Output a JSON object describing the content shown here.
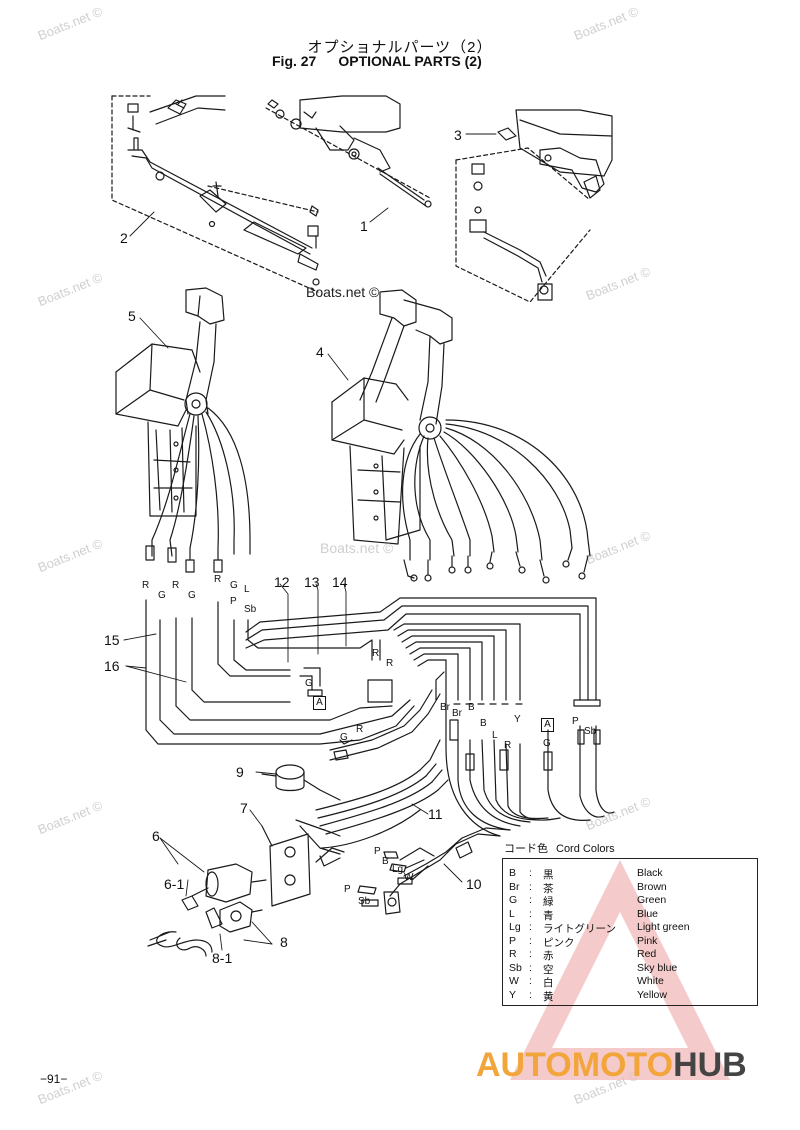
{
  "header": {
    "title_jp": "オプショナルパーツ（2）",
    "fig_label": "Fig. 27",
    "title_en": "OPTIONAL PARTS (2)"
  },
  "watermarks": {
    "text": "Boats.net ©",
    "center_text": "Boats.net ©"
  },
  "callouts": {
    "c1": "1",
    "c2": "2",
    "c3": "3",
    "c4": "4",
    "c5": "5",
    "c6": "6",
    "c6_1": "6-1",
    "c7": "7",
    "c8": "8",
    "c8_1": "8-1",
    "c9": "9",
    "c10": "10",
    "c11": "11",
    "c12": "12",
    "c13": "13",
    "c14": "14",
    "c15": "15",
    "c16": "16"
  },
  "wire_labels": {
    "left_r1": "R",
    "left_g1": "G",
    "left_r2": "R",
    "left_g2": "G",
    "left_r3": "R",
    "left_g3": "G",
    "left_p": "P",
    "left_l": "L",
    "left_sb": "Sb",
    "mid_g": "G",
    "mid_r1": "R",
    "mid_r2": "R",
    "mid_g2": "G",
    "mid_r3": "R",
    "right_br1": "Br",
    "right_br2": "Br",
    "right_b1": "B",
    "right_b2": "B",
    "right_l": "L",
    "right_y": "Y",
    "right_r": "R",
    "right_g": "G",
    "right_p": "P",
    "right_sb": "Sb",
    "conn_p": "P",
    "conn_b": "B",
    "conn_lg": "Lg",
    "conn_w": "W",
    "conn_sb": "Sb",
    "conn_p2": "P",
    "box_a1": "A",
    "box_a2": "A"
  },
  "legend": {
    "title_jp": "コード色",
    "title_en": "Cord Colors",
    "rows": [
      {
        "code": "B",
        "sep": ":",
        "jp": "黒",
        "en": "Black"
      },
      {
        "code": "Br",
        "sep": ":",
        "jp": "茶",
        "en": "Brown"
      },
      {
        "code": "G",
        "sep": ":",
        "jp": "緑",
        "en": "Green"
      },
      {
        "code": "L",
        "sep": ":",
        "jp": "青",
        "en": "Blue"
      },
      {
        "code": "Lg",
        "sep": ":",
        "jp": "ライトグリーン",
        "en": "Light green"
      },
      {
        "code": "P",
        "sep": ":",
        "jp": "ピンク",
        "en": "Pink"
      },
      {
        "code": "R",
        "sep": ":",
        "jp": "赤",
        "en": "Red"
      },
      {
        "code": "Sb",
        "sep": ":",
        "jp": "空",
        "en": "Sky blue"
      },
      {
        "code": "W",
        "sep": ":",
        "jp": "白",
        "en": "White"
      },
      {
        "code": "Y",
        "sep": ":",
        "jp": "黄",
        "en": "Yellow"
      }
    ]
  },
  "footer": {
    "page_number": "−91−",
    "logo_part1": "AUTOMOTO",
    "logo_part2": "HUB"
  },
  "colors": {
    "line": "#1a1a1a",
    "logo_orange": "#f2a53a",
    "logo_triangle": "#e84545",
    "logo_dark": "#444444",
    "watermark": "#cfcfcf"
  }
}
